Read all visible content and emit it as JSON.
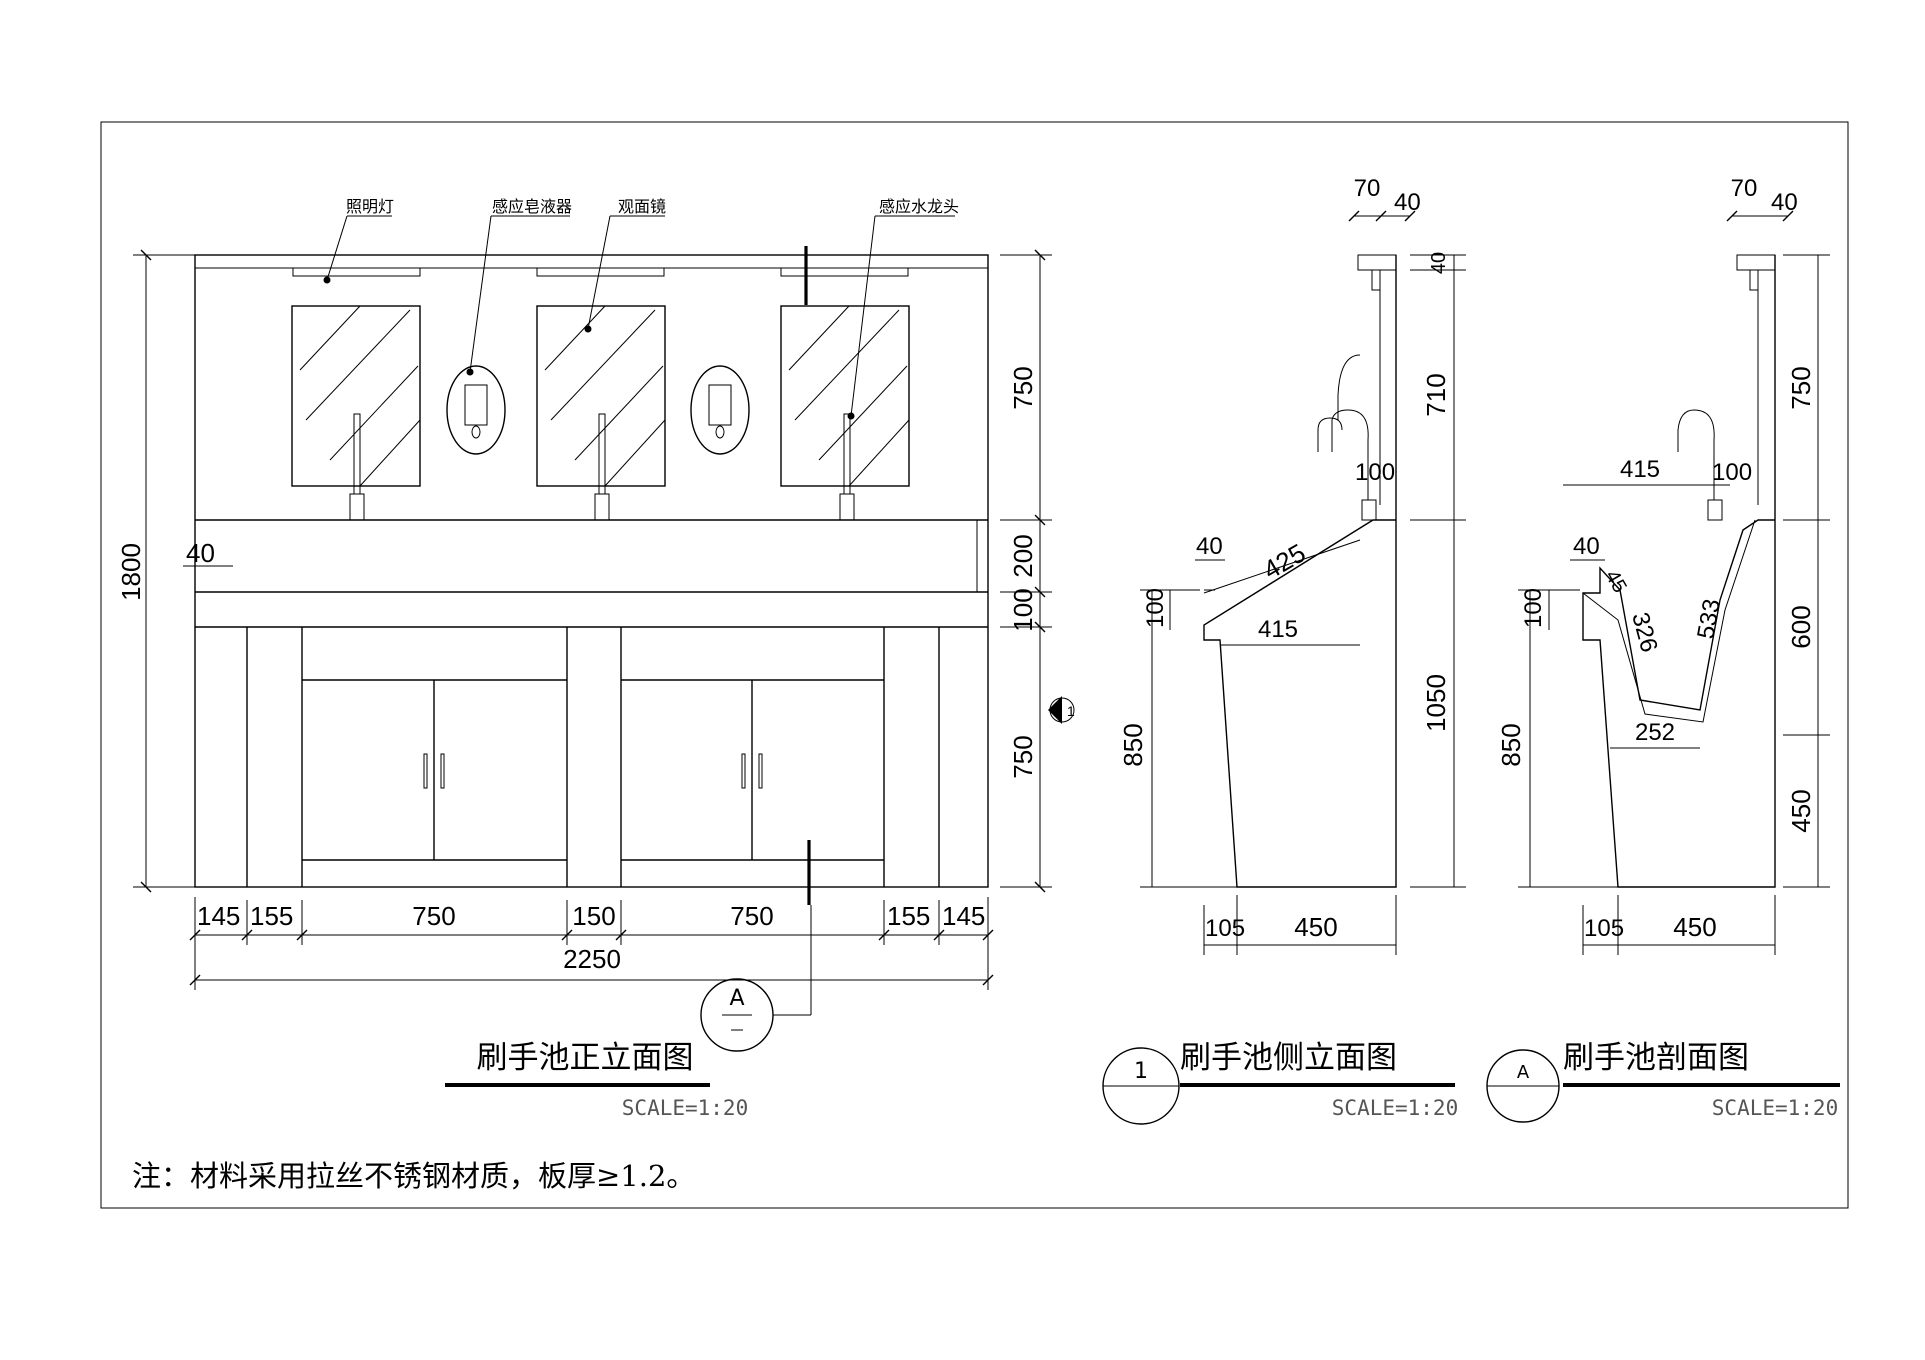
{
  "front_view": {
    "title": "刷手池正立面图",
    "scale": "SCALE=1:20",
    "labels": {
      "light": "照明灯",
      "soap": "感应皂液器",
      "mirror": "观面镜",
      "faucet": "感应水龙头"
    },
    "dims": {
      "total_height": "1800",
      "upper_height": "750",
      "splash_height": "200",
      "counter_height": "100",
      "cabinet_height": "750",
      "edge": "40",
      "total_width": "2250",
      "w_145_l": "145",
      "w_155_l": "155",
      "w_750_l": "750",
      "w_150": "150",
      "w_750_r": "750",
      "w_155_r": "155",
      "w_145_r": "145"
    },
    "section_mark": "A",
    "view_mark": "1"
  },
  "side_view": {
    "title": "刷手池侧立面图",
    "scale": "SCALE=1:20",
    "tag": "1",
    "dims": {
      "top_70": "70",
      "top_40": "40",
      "h_40": "40",
      "h_710": "710",
      "h_1050": "1050",
      "h_850": "850",
      "h_100": "100",
      "d_40": "40",
      "d_425": "425",
      "d_415": "415",
      "d_100": "100",
      "b_105": "105",
      "b_450": "450"
    }
  },
  "section_view": {
    "title": "刷手池剖面图",
    "scale": "SCALE=1:20",
    "tag": "A",
    "dims": {
      "top_70": "70",
      "top_40": "40",
      "h_750": "750",
      "h_600": "600",
      "h_450": "450",
      "h_850": "850",
      "h_100": "100",
      "d_415": "415",
      "d_100": "100",
      "d_40": "40",
      "d_45": "45",
      "d_326": "326",
      "d_533": "533",
      "d_252": "252",
      "b_105": "105",
      "b_450": "450"
    }
  },
  "note": "注：材料采用拉丝不锈钢材质，板厚≥1.2。"
}
